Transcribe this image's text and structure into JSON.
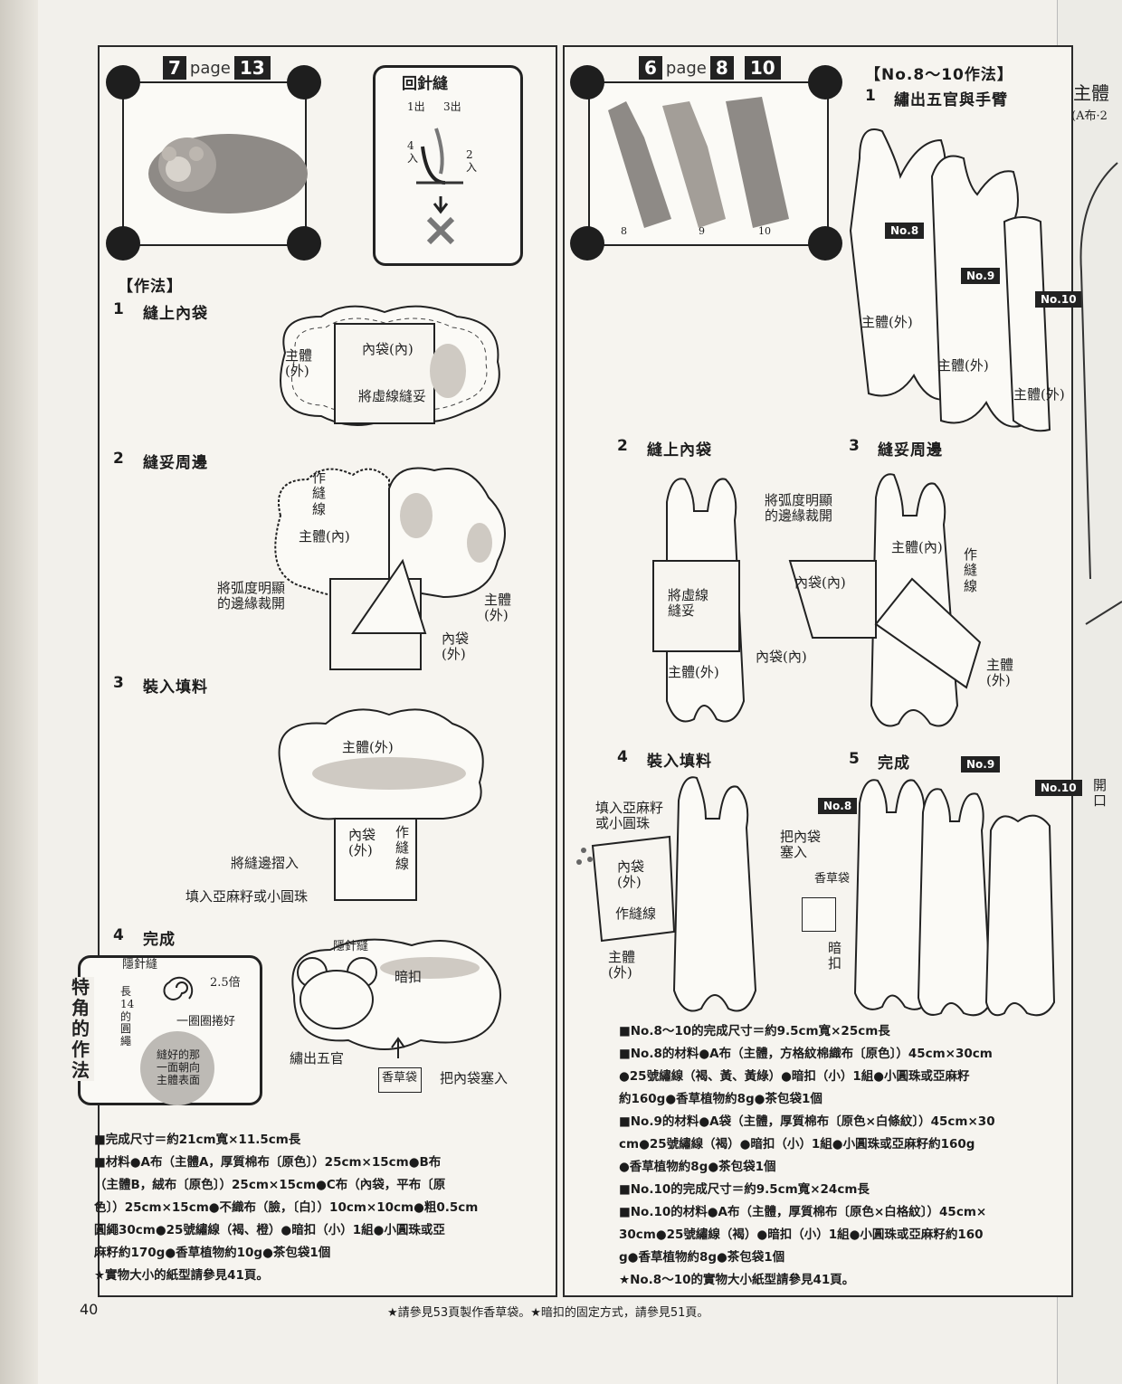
{
  "left": {
    "page_ref": {
      "a": "7",
      "word": "page",
      "b": "13"
    },
    "backstitch": {
      "title": "回針縫",
      "s1": "1出",
      "s3": "3出",
      "s4": "4入",
      "s2": "2入"
    },
    "method_heading": "【作法】",
    "step1": {
      "num": "1",
      "title": "縫上內袋",
      "l_main": "主體\n(外)",
      "l_pocket": "內袋(內)",
      "l_sew": "將虛線縫妥"
    },
    "step2": {
      "num": "2",
      "title": "縫妥周邊",
      "l_guide": "作\n縫\n線",
      "l_main": "主體(內)",
      "l_cut": "將弧度明顯\n的邊緣裁開",
      "l_main_out": "主體\n(外)",
      "l_pocket": "內袋\n(外)"
    },
    "step3": {
      "num": "3",
      "title": "裝入填料",
      "l_main": "主體(外)",
      "l_pocket": "內袋\n(外)",
      "l_guide": "作\n縫\n線",
      "l_fold": "將縫邊摺入",
      "l_fill": "填入亞麻籽或小圓珠"
    },
    "step4": {
      "num": "4",
      "title": "完成",
      "l_hidden": "隱針縫",
      "l_snap": "暗扣",
      "l_face": "繡出五官",
      "l_sachet": "香草袋",
      "l_insert": "把內袋塞入"
    },
    "horn": {
      "side": "特角的作法",
      "hidden": "隱針縫",
      "len": "長\n14\n的\n圓\n繩",
      "times": "2.5倍",
      "coil": "一圈圈捲好",
      "note": "縫好的那\n一面朝向\n主體表面"
    },
    "materials": [
      "■完成尺寸＝約21cm寬×11.5cm長",
      "■材料●A布（主體A，厚質棉布〔原色〕）25cm×15cm●B布",
      "（主體B，絨布〔原色〕）25cm×15cm●C布（內袋，平布〔原",
      "色〕）25cm×15cm●不織布（臉，〔白〕）10cm×10cm●粗0.5cm",
      "圓繩30cm●25號繡線（褐、橙）●暗扣（小）1組●小圓珠或亞",
      "麻籽約170g●香草植物約10g●茶包袋1個",
      "★實物大小的紙型請參見41頁。"
    ]
  },
  "right": {
    "page_ref": {
      "a": "6",
      "word": "page",
      "b": "8",
      "c": "10"
    },
    "photo_labels": [
      "8",
      "9",
      "10"
    ],
    "method_heading": "【No.8～10作法】",
    "step1": {
      "num": "1",
      "title": "繡出五官與手臂",
      "no8": "No.8",
      "no9": "No.9",
      "no10": "No.10",
      "main_out": "主體(外)"
    },
    "step2": {
      "num": "2",
      "title": "縫上內袋",
      "l_sew": "將虛線\n縫妥",
      "l_main": "主體(外)",
      "l_pocket": "內袋(內)"
    },
    "step3": {
      "num": "3",
      "title": "縫妥周邊",
      "l_cut": "將弧度明顯\n的邊緣裁開",
      "l_main_in": "主體(內)",
      "l_guide": "作\n縫\n線",
      "l_pocket": "內袋(內)",
      "l_main_out": "主體\n(外)"
    },
    "step4": {
      "num": "4",
      "title": "裝入填料",
      "l_fill": "填入亞麻籽\n或小圓珠",
      "l_pocket": "內袋\n(外)",
      "l_guide": "作縫線",
      "l_main": "主體\n(外)"
    },
    "step5": {
      "num": "5",
      "title": "完成",
      "l_insert": "把內袋\n塞入",
      "l_sachet": "香草袋",
      "l_snap": "暗\n扣",
      "no8": "No.8",
      "no9": "No.9",
      "no10": "No.10"
    },
    "materials": [
      "■No.8～10的完成尺寸＝約9.5cm寬×25cm長",
      "■No.8的材料●A布（主體，方格紋棉織布〔原色〕）45cm×30cm",
      "●25號繡線（褐、黃、黃綠）●暗扣（小）1組●小圓珠或亞麻籽",
      "約160g●香草植物約8g●茶包袋1個",
      "■No.9的材料●A袋（主體，厚質棉布〔原色×白條紋〕）45cm×30",
      "cm●25號繡線（褐）●暗扣（小）1組●小圓珠或亞麻籽約160g",
      "●香草植物約8g●茶包袋1個",
      "■No.10的完成尺寸＝約9.5cm寬×24cm長",
      "■No.10的材料●A布（主體，厚質棉布〔原色×白格紋〕）45cm×",
      "30cm●25號繡線（褐）●暗扣（小）1組●小圓珠或亞麻籽約160",
      "g●香草植物約8g●茶包袋1個",
      "★No.8～10的實物大小紙型請參見41頁。"
    ]
  },
  "right_edge": {
    "title": "主體",
    "sub": "(A布·2",
    "vertical": "開\n口"
  },
  "footer": {
    "page_number": "40",
    "note": "★請參見53頁製作香草袋。★暗扣的固定方式，請參見51頁。"
  }
}
